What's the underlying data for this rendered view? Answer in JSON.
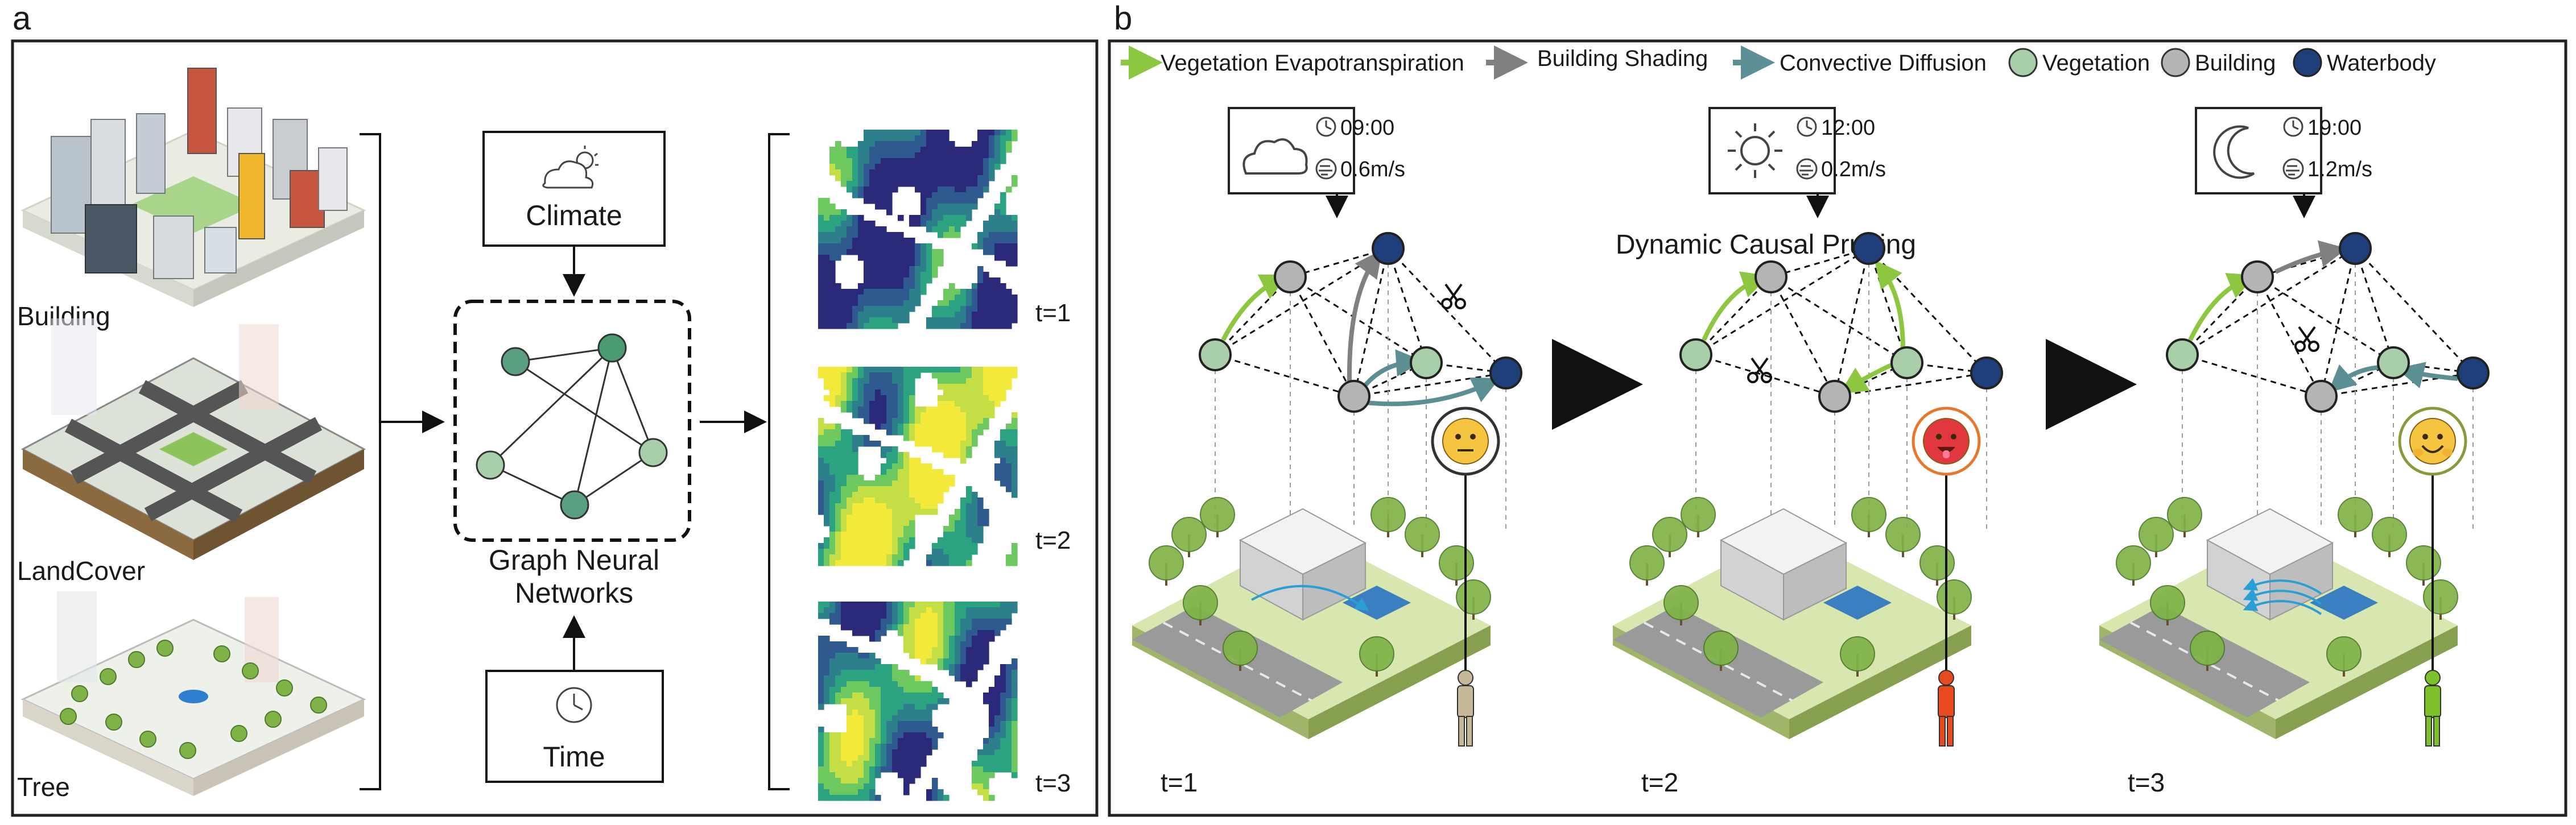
{
  "panel_a": {
    "label": "a",
    "inputs": [
      "Building",
      "LandCover",
      "Tree"
    ],
    "climate": "Climate",
    "gnn": [
      "Graph Neural",
      "Networks"
    ],
    "time": "Time",
    "outputs": [
      "t=1",
      "t=2",
      "t=3"
    ],
    "heatmap_palette": [
      "#2b2a7a",
      "#2f5a8f",
      "#2e7f8c",
      "#2ba381",
      "#6cc85f",
      "#c4de45",
      "#f3e93b"
    ]
  },
  "panel_b": {
    "label": "b",
    "legend": {
      "vegetation_evapotranspiration": "Vegetation Evapotranspiration",
      "building_shading": "Building Shading",
      "convective_diffusion": "Convective Diffusion",
      "vegetation": "Vegetation",
      "building": "Building",
      "waterbody": "Waterbody"
    },
    "colors": {
      "vegetation_arrow": "#8dc63f",
      "shading_arrow": "#808080",
      "convective_arrow": "#5b8f93",
      "vegetation_node": "#a9cfa8",
      "building_node": "#b4b4b4",
      "waterbody_node": "#1f3f7a"
    },
    "pruning_title": "Dynamic Causal Pruning",
    "scenarios": [
      {
        "weather_icon": "cloud-icon",
        "time": "09:00",
        "wind": "0.6m/s",
        "label": "t=1",
        "emoji": "neutral-face-icon",
        "person_color": "#c8b89a"
      },
      {
        "weather_icon": "sun-icon",
        "time": "12:00",
        "wind": "0.2m/s",
        "label": "t=2",
        "emoji": "hot-face-icon",
        "person_color": "#e84a1f"
      },
      {
        "weather_icon": "moon-icon",
        "time": "19:00",
        "wind": "1.2m/s",
        "label": "t=3",
        "emoji": "happy-face-icon",
        "person_color": "#7cc02a"
      }
    ]
  }
}
